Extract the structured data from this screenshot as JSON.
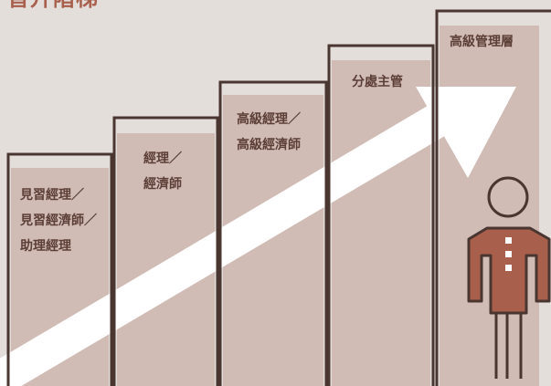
{
  "title": "晉升階梯",
  "steps": [
    {
      "lines": [
        "見習經理／",
        "見習經濟師／",
        "助理經理"
      ]
    },
    {
      "lines": [
        "經理／",
        "經濟師"
      ]
    },
    {
      "lines": [
        "高級經理／",
        "高級經濟師"
      ]
    },
    {
      "lines": [
        "分處主管"
      ]
    },
    {
      "lines": [
        "高級管理層"
      ]
    }
  ],
  "colors": {
    "background": "#e4dedb",
    "step_fill": "#d0bcb5",
    "outline": "#4a3630",
    "arrow": "#ffffff",
    "accent": "#a8604c",
    "person_shirt": "#a8604c"
  },
  "icons": [
    "up-arrow-icon",
    "person-icon"
  ]
}
